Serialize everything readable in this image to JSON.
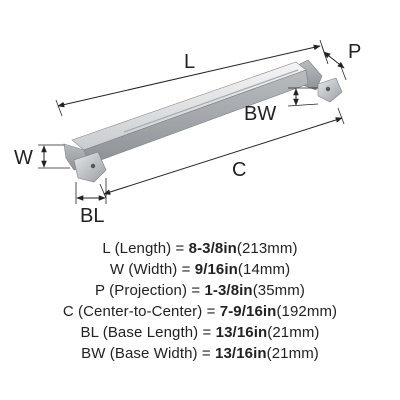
{
  "labels": {
    "L": "L",
    "P": "P",
    "BW": "BW",
    "W": "W",
    "C": "C",
    "BL": "BL"
  },
  "specs": [
    {
      "abbr": "L",
      "name": " (Length) = ",
      "value": "8-3/8in",
      "metric": "(213mm)"
    },
    {
      "abbr": "W",
      "name": " (Width) = ",
      "value": "9/16in",
      "metric": "(14mm)"
    },
    {
      "abbr": "P",
      "name": " (Projection) = ",
      "value": "1-3/8in",
      "metric": "(35mm)"
    },
    {
      "abbr": "C",
      "name": " (Center-to-Center) = ",
      "value": "7-9/16in",
      "metric": "(192mm)"
    },
    {
      "abbr": "BL",
      "name": " (Base Length) = ",
      "value": "13/16in",
      "metric": "(21mm)"
    },
    {
      "abbr": "BW",
      "name": " (Base Width) = ",
      "value": "13/16in",
      "metric": "(21mm)"
    }
  ]
}
